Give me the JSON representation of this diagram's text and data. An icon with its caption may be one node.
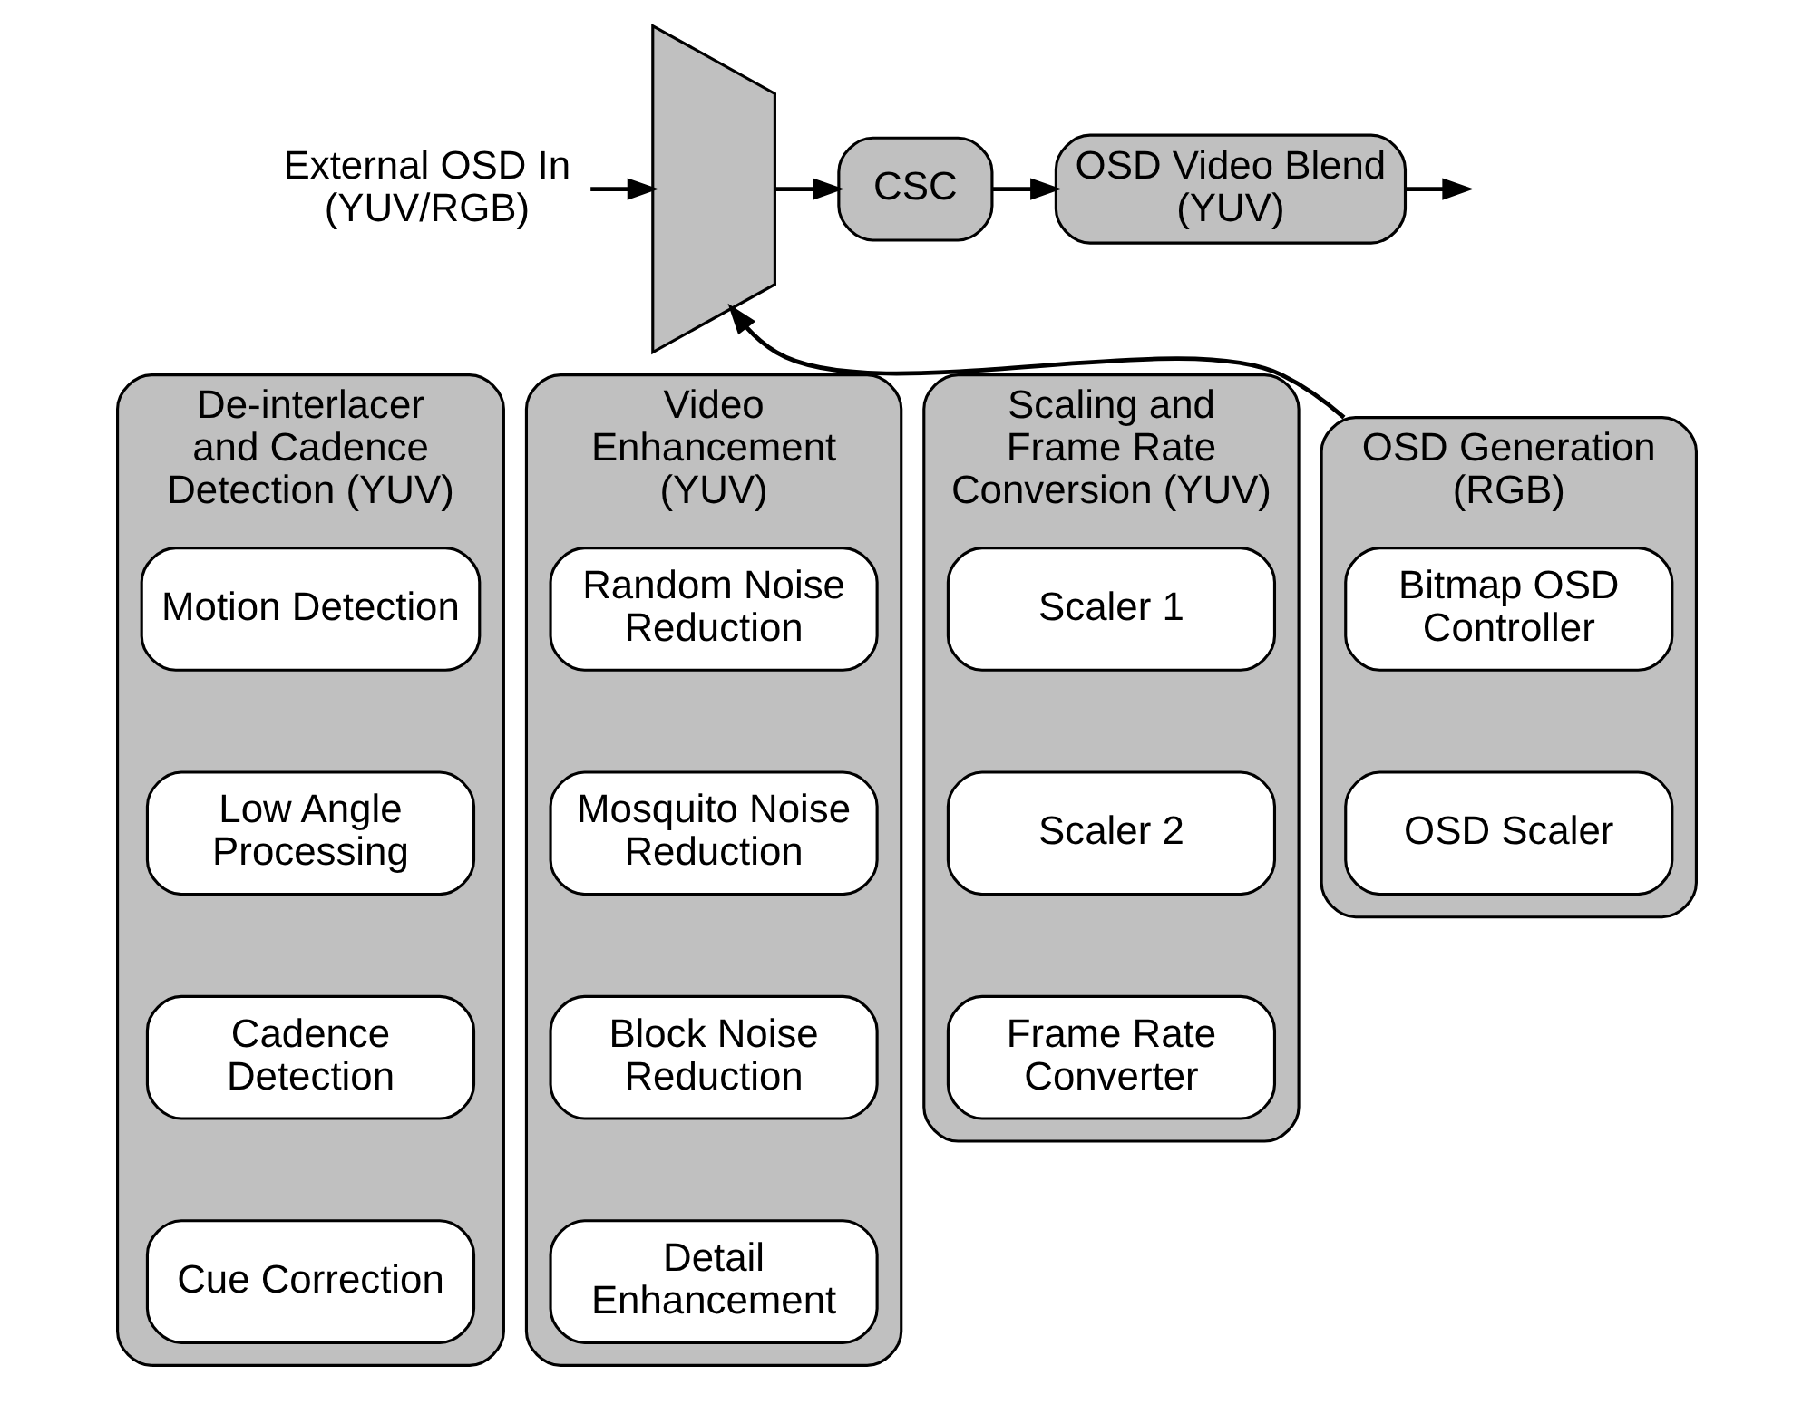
{
  "diagram": {
    "nodes": [
      {
        "text": [
          "External OSD In (YUV/RGB)"
        ]
      },
      {
        "text": [],
        "shape": "trapezium"
      },
      {
        "text": [
          "CSC"
        ]
      },
      {
        "text": [
          "OSD Video Blend (YUV)"
        ]
      },
      {
        "text": [
          "De-interlacer and Cadence Detection (YUV)"
        ]
      },
      {
        "text": [
          "Motion Detection"
        ],
        "in": 4
      },
      {
        "text": [
          "Low Angle Processing"
        ],
        "in": 4
      },
      {
        "text": [
          "Cadence Detection"
        ],
        "in": 4
      },
      {
        "text": [
          "Cue Correction"
        ],
        "in": 4
      },
      {
        "text": [
          "Video Enhancement (YUV)"
        ]
      },
      {
        "text": [
          "Random Noise Reduction"
        ],
        "in": 9
      },
      {
        "text": [
          "Mosquito Noise Reduction"
        ],
        "in": 9
      },
      {
        "text": [
          "Block Noise Reduction"
        ],
        "in": 9
      },
      {
        "text": [
          "Detail Enhancement"
        ],
        "in": 9
      },
      {
        "text": [
          "Scaling and Frame Rate Conversion (YUV)"
        ]
      },
      {
        "text": [
          "Scaler 1"
        ],
        "in": 14
      },
      {
        "text": [
          "Scaler 2"
        ],
        "in": 14
      },
      {
        "text": [
          "Frame Rate Converter"
        ],
        "in": 14
      },
      {
        "text": [
          "OSD Generation (RGB)"
        ]
      },
      {
        "text": [
          "Bitmap OSD Controller"
        ],
        "in": 18
      },
      {
        "text": [
          "OSD Scaler"
        ],
        "in": 18
      }
    ],
    "edges": [
      {
        "from": 0,
        "to": 1,
        "arrow": "to"
      },
      {
        "from": 18,
        "to": 1,
        "arrow": "to"
      },
      {
        "from": 1,
        "to": 2,
        "arrow": "to"
      },
      {
        "from": 2,
        "to": 3,
        "arrow": "to"
      },
      {
        "from": 3,
        "to": null,
        "arrow": "to"
      }
    ]
  }
}
